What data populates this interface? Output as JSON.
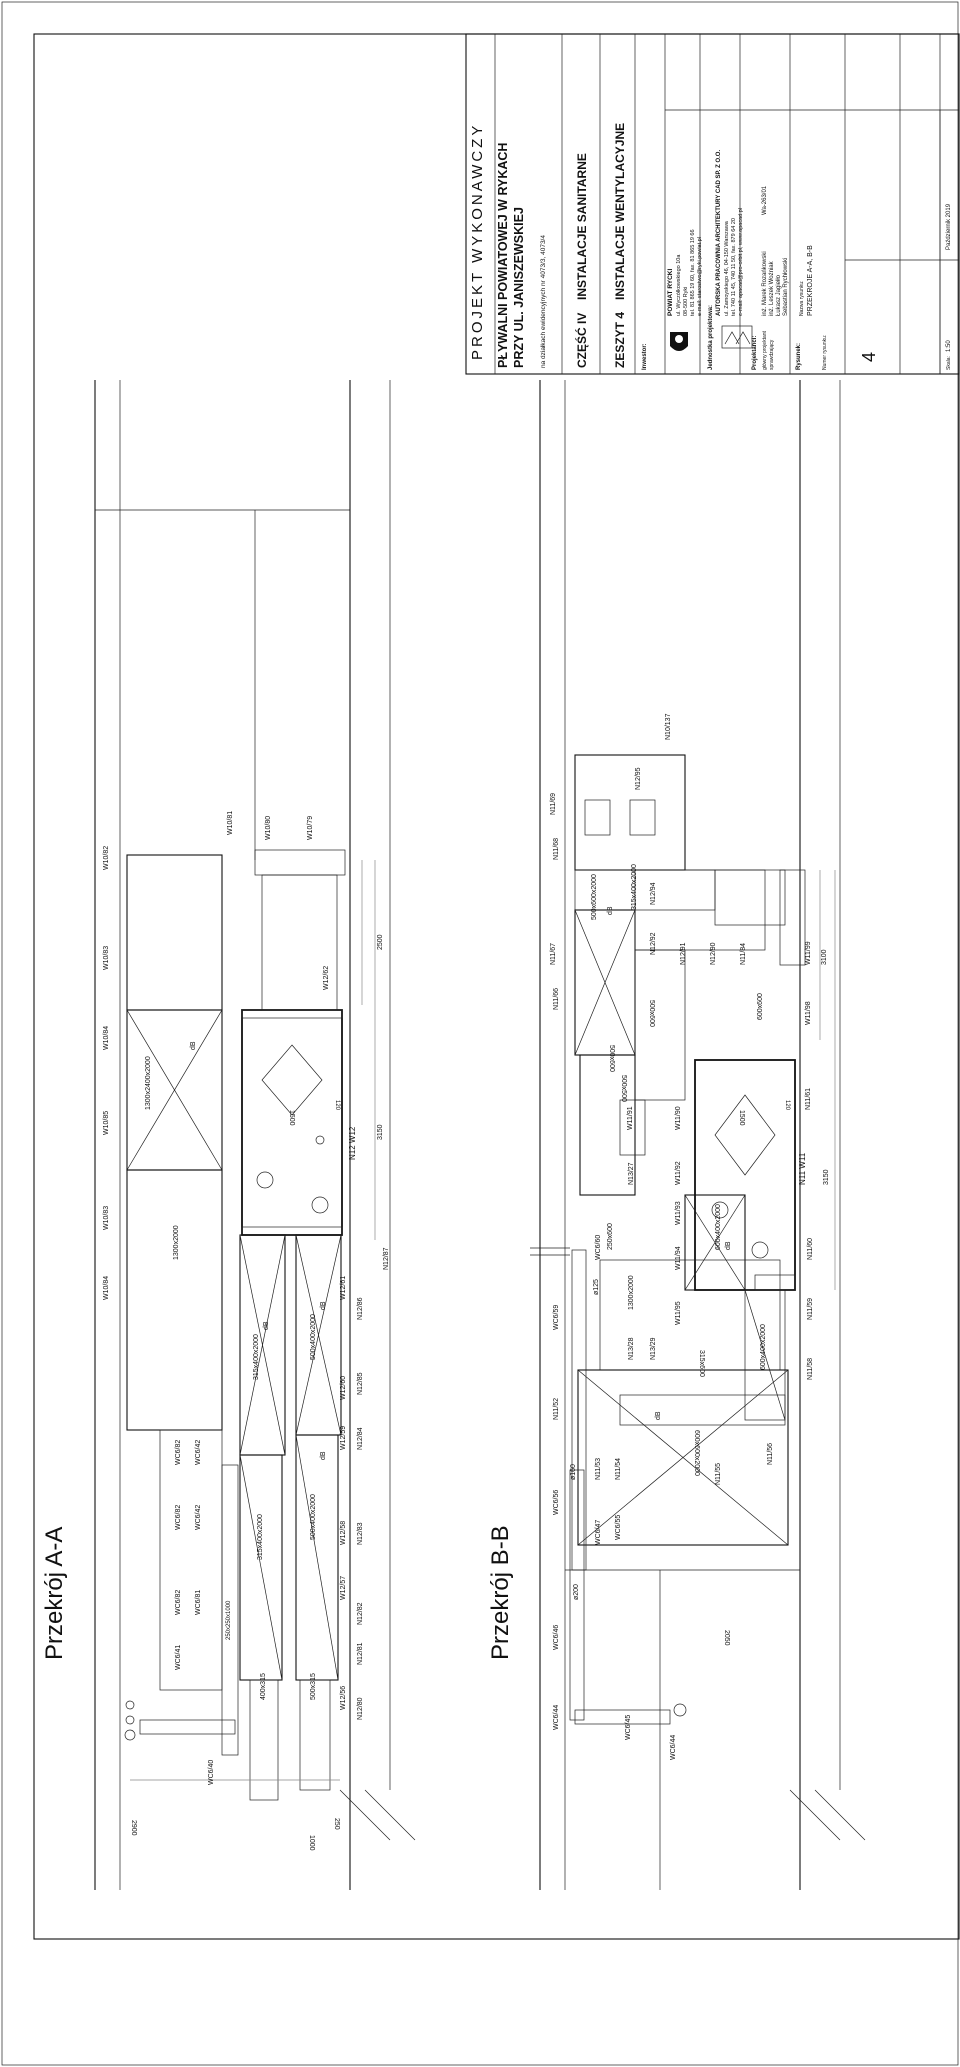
{
  "title_block": {
    "line1": "PROJEKT  WYKONAWCZY",
    "line2": "PŁYWALNI POWIATOWEJ W RYKACH",
    "line3": "PRZY UL. JANISZEWSKIEJ",
    "parcels": "na działkach ewidencyjnych nr 4073/3, 4073/4",
    "part_label": "CZĘŚĆ IV",
    "part_title": "INSTALACJE SANITARNE",
    "book_label": "ZESZYT 4",
    "book_title": "INSTALACJE WENTYLACYJNE",
    "investor_label": "Inwestor:",
    "investor_name": "POWIAT RYCKI",
    "investor_lines": [
      "ul. Wyczółkowskiego 10a",
      "08-500 Ryki",
      "tel. 81 865 19 60, fax. 81 865 19 66",
      "e-mail: starostwo@ryki.powiat.pl"
    ],
    "unit_label": "Jednostka projektowa:",
    "office_name": "AUTORSKA PRACOWNIA ARCHITEKTURY CAD SP. Z O.O.",
    "office_lines": [
      "ul. Zamoyskiego 46, 04-150 Warszawa",
      "tel. 740 11 45, 740 11 50, fax. 879 64 20",
      "e-mail: apacad@pro-orbit.pl, www.apacad.pl"
    ],
    "designers_label": "Projektanci:",
    "role_main": "główny projektant",
    "role_check": "sprawdzający",
    "designer1": "inż. Marek Rozańkowski",
    "license": "Wa-263/01",
    "designer2": "inż. Leszek Woźniak",
    "designer3": "Łukasz Jagiełło",
    "designer4": "Sebastian Rychłowski",
    "drawing_label": "Rysunek:",
    "drawing_no_label": "Numer rysunku:",
    "drawing_name_label": "Nazwa rysunku:",
    "drawing_name": "PRZEKROJE A-A, B-B",
    "drawing_no": "4",
    "scale_label": "Skala:",
    "scale": "1:50",
    "date": "Październik 2019"
  },
  "section_aa": {
    "title": "Przekrój A-A",
    "labels": [
      "W10/82",
      "W10/83",
      "W10/84",
      "W10/85",
      "W10/83",
      "W10/84",
      "W10/81",
      "W10/80",
      "W10/79",
      "W12/62",
      "N12 W12",
      "W12/61",
      "W12/60",
      "W12/59",
      "N12/87",
      "N12/86",
      "N12/85",
      "N12/84",
      "N12/83",
      "N12/82",
      "N12/81",
      "N12/80",
      "W12/58",
      "W12/57",
      "W12/56",
      "WC6/82",
      "WC6/82",
      "WC6/82",
      "WC6/42",
      "WC6/42",
      "WC6/41",
      "WC6/81",
      "WC6/40"
    ],
    "dims": [
      "2500",
      "3150",
      "1500",
      "120",
      "1300x2000",
      "1300x2400x2000",
      "315x400x2000",
      "315x400x2000",
      "500x400x2000",
      "500x400x2000",
      "400x315",
      "500x315",
      "250x250x1000",
      "2900",
      "1000",
      "250",
      "dB",
      "dB",
      "dB",
      "dB"
    ]
  },
  "section_bb": {
    "title": "Przekrój B-B",
    "labels": [
      "N10/137",
      "N11/69",
      "N11/68",
      "N12/95",
      "N12/94",
      "N12/92",
      "N12/91",
      "N12/90",
      "N11/67",
      "N11/66",
      "N11/84",
      "W11/99",
      "W11/98",
      "N11/61",
      "N11 W11",
      "W11/91",
      "W11/90",
      "N13/27",
      "W11/92",
      "W11/93",
      "W11/94",
      "W11/95",
      "N11/60",
      "N11/59",
      "N11/58",
      "N11/56",
      "N11/55",
      "N11/54",
      "N11/53",
      "N11/52",
      "N13/28",
      "N13/29",
      "WC6/60",
      "WC6/59",
      "WC6/56",
      "WC6/55",
      "WC6/47",
      "WC6/46",
      "WC6/45",
      "WC6/44",
      "WC6/44"
    ],
    "dims": [
      "500x600",
      "500x600",
      "500x500",
      "600x600",
      "500x600x2000",
      "315x400x2000",
      "1300x2000",
      "250x600",
      "315x600",
      "600x600x2000",
      "600x400x2000",
      "600x400x2000",
      "3100",
      "3150",
      "1500",
      "120",
      "2050",
      "ø125",
      "ø160",
      "ø200",
      "dB",
      "dB",
      "dB"
    ]
  }
}
